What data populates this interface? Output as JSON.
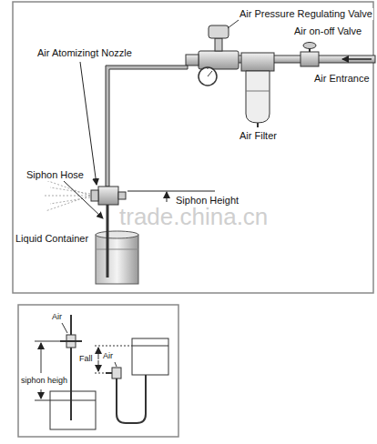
{
  "diagram": {
    "labels": [
      "Air Pressure Regulating Valve",
      "Air on-off Valve",
      "Air Atomizingt Nozzle",
      "Air Entrance",
      "Air Filter",
      "Siphon Hose",
      "Siphon Height",
      "trade.china.cn",
      "Liquid Container",
      "Air",
      "Fall",
      "Air",
      "siphon heigh"
    ]
  }
}
